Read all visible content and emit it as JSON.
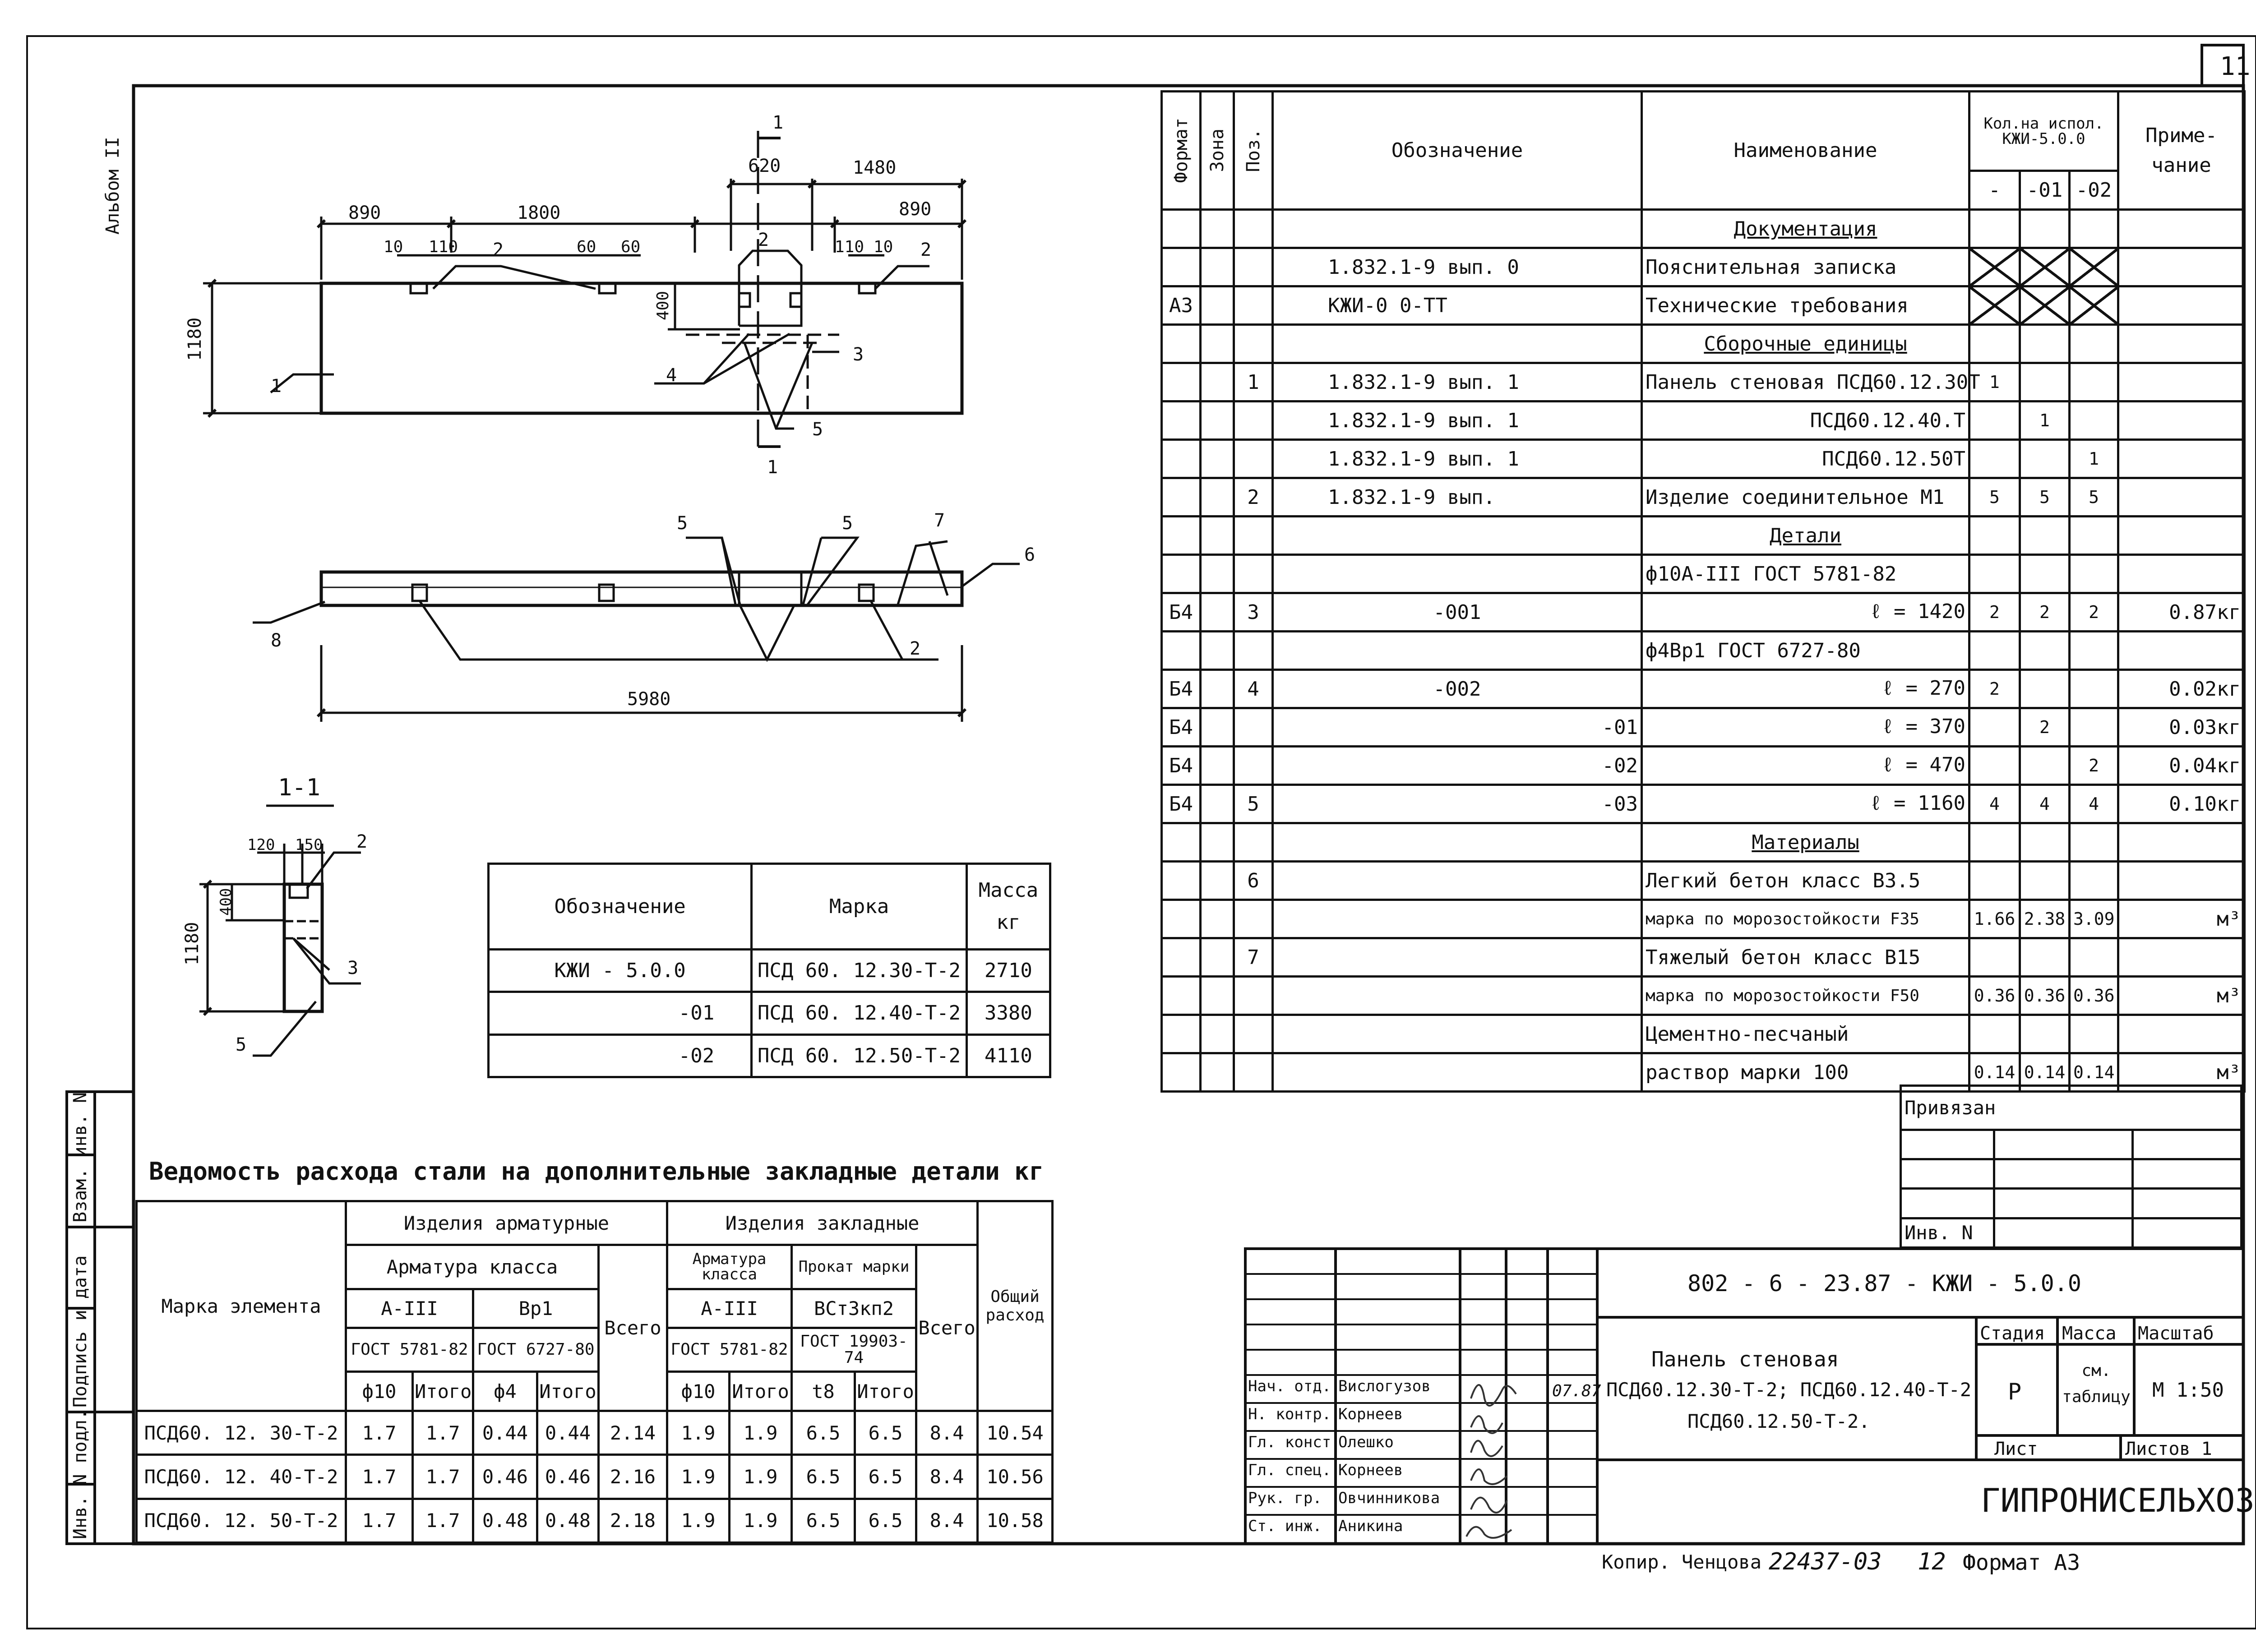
{
  "sheet_number": "11",
  "album_label": "Альбом II",
  "drawing": {
    "dims": {
      "d620": "620",
      "d1480": "1480",
      "d890a": "890",
      "d1800": "1800",
      "d890b": "890",
      "d10a": "10",
      "d110a": "110",
      "d60a": "60",
      "d60b": "60",
      "d110b": "110",
      "d10b": "10",
      "d1180": "1180",
      "d400": "400",
      "d5980": "5980",
      "s120": "120",
      "s150": "150",
      "s400": "400",
      "s1180": "1180"
    },
    "callouts": {
      "c1": "1",
      "c2a": "2",
      "c2b": "2",
      "c2c": "2",
      "c3": "3",
      "c4": "4",
      "c5": "5",
      "cut1top": "1",
      "cut1bot": "1",
      "e5a": "5",
      "e5b": "5",
      "e7": "7",
      "e6": "6",
      "e8": "8",
      "e2": "2",
      "s2": "2",
      "s3": "3",
      "s5": "5"
    },
    "section_label": "1-1"
  },
  "spec_table": {
    "headers": {
      "format": "Формат",
      "zone": "Зона",
      "pos": "Поз.",
      "designation": "Обозначение",
      "name": "Наименование",
      "qty": "Кол.на испол. КЖИ-5.0.0",
      "q0": "-",
      "q1": "-01",
      "q2": "-02",
      "note": "Приме- чание"
    },
    "rows": [
      {
        "fmt": "",
        "zone": "",
        "pos": "",
        "des": "",
        "name": "Документация",
        "q0": "",
        "q1": "",
        "q2": "",
        "note": "",
        "kind": "section"
      },
      {
        "fmt": "",
        "zone": "",
        "pos": "",
        "des": "1.832.1-9   вып. 0",
        "name": "Пояснительная записка",
        "q0": "",
        "q1": "",
        "q2": "",
        "note": "",
        "kind": "cross"
      },
      {
        "fmt": "А3",
        "zone": "",
        "pos": "",
        "des": "КЖИ-0 0-ТТ",
        "name": "Технические требования",
        "q0": "",
        "q1": "",
        "q2": "",
        "note": "",
        "kind": "cross"
      },
      {
        "fmt": "",
        "zone": "",
        "pos": "",
        "des": "",
        "name": "Сборочные единицы",
        "q0": "",
        "q1": "",
        "q2": "",
        "note": "",
        "kind": "section"
      },
      {
        "fmt": "",
        "zone": "",
        "pos": "1",
        "des": "1.832.1-9     вып. 1",
        "name": "Панель стеновая ПСД60.12.30Т",
        "q0": "1",
        "q1": "",
        "q2": "",
        "note": ""
      },
      {
        "fmt": "",
        "zone": "",
        "pos": "",
        "des": "1.832.1-9     вып. 1",
        "name": "ПСД60.12.40.Т",
        "q0": "",
        "q1": "1",
        "q2": "",
        "note": "",
        "align": "r"
      },
      {
        "fmt": "",
        "zone": "",
        "pos": "",
        "des": "1.832.1-9     вып. 1",
        "name": "ПСД60.12.50Т",
        "q0": "",
        "q1": "",
        "q2": "1",
        "note": "",
        "align": "r"
      },
      {
        "fmt": "",
        "zone": "",
        "pos": "2",
        "des": "1.832.1-9     вып.",
        "name": "Изделие соединительное М1",
        "q0": "5",
        "q1": "5",
        "q2": "5",
        "note": ""
      },
      {
        "fmt": "",
        "zone": "",
        "pos": "",
        "des": "",
        "name": "Детали",
        "q0": "",
        "q1": "",
        "q2": "",
        "note": "",
        "kind": "section"
      },
      {
        "fmt": "",
        "zone": "",
        "pos": "",
        "des": "",
        "name": "ф10А-III ГОСТ 5781-82",
        "q0": "",
        "q1": "",
        "q2": "",
        "note": ""
      },
      {
        "fmt": "Б4",
        "zone": "",
        "pos": "3",
        "des": "-001",
        "name": "ℓ = 1420",
        "q0": "2",
        "q1": "2",
        "q2": "2",
        "note": "0.87кг",
        "align": "r",
        "desalign": "c"
      },
      {
        "fmt": "",
        "zone": "",
        "pos": "",
        "des": "",
        "name": "ф4Вр1  ГОСТ 6727-80",
        "q0": "",
        "q1": "",
        "q2": "",
        "note": ""
      },
      {
        "fmt": "Б4",
        "zone": "",
        "pos": "4",
        "des": "-002",
        "name": "ℓ = 270",
        "q0": "2",
        "q1": "",
        "q2": "",
        "note": "0.02кг",
        "align": "r",
        "desalign": "c"
      },
      {
        "fmt": "Б4",
        "zone": "",
        "pos": "",
        "des": "-01",
        "name": "ℓ = 370",
        "q0": "",
        "q1": "2",
        "q2": "",
        "note": "0.03кг",
        "align": "r",
        "desalign": "r"
      },
      {
        "fmt": "Б4",
        "zone": "",
        "pos": "",
        "des": "-02",
        "name": "ℓ = 470",
        "q0": "",
        "q1": "",
        "q2": "2",
        "note": "0.04кг",
        "align": "r",
        "desalign": "r"
      },
      {
        "fmt": "Б4",
        "zone": "",
        "pos": "5",
        "des": "-03",
        "name": "ℓ = 1160",
        "q0": "4",
        "q1": "4",
        "q2": "4",
        "note": "0.10кг",
        "align": "r",
        "desalign": "r"
      },
      {
        "fmt": "",
        "zone": "",
        "pos": "",
        "des": "",
        "name": "Материалы",
        "q0": "",
        "q1": "",
        "q2": "",
        "note": "",
        "kind": "section"
      },
      {
        "fmt": "",
        "zone": "",
        "pos": "6",
        "des": "",
        "name": "Легкий бетон класс В3.5",
        "q0": "",
        "q1": "",
        "q2": "",
        "note": ""
      },
      {
        "fmt": "",
        "zone": "",
        "pos": "",
        "des": "",
        "name": "марка по морозостойкости F35",
        "q0": "1.66",
        "q1": "2.38",
        "q2": "3.09",
        "note": "м³"
      },
      {
        "fmt": "",
        "zone": "",
        "pos": "7",
        "des": "",
        "name": "Тяжелый бетон класс В15",
        "q0": "",
        "q1": "",
        "q2": "",
        "note": ""
      },
      {
        "fmt": "",
        "zone": "",
        "pos": "",
        "des": "",
        "name": "марка по морозостойкости F50",
        "q0": "0.36",
        "q1": "0.36",
        "q2": "0.36",
        "note": "м³"
      },
      {
        "fmt": "",
        "zone": "",
        "pos": "",
        "des": "",
        "name": "Цементно-песчаный",
        "q0": "",
        "q1": "",
        "q2": "",
        "note": ""
      },
      {
        "fmt": "",
        "zone": "",
        "pos": "",
        "des": "",
        "name": "раствор марки 100",
        "q0": "0.14",
        "q1": "0.14",
        "q2": "0.14",
        "note": "м³"
      }
    ]
  },
  "mass_table": {
    "headers": {
      "designation": "Обозначение",
      "mark": "Марка",
      "mass": "Масса кг"
    },
    "rows": [
      {
        "des": "КЖИ - 5.0.0",
        "mark": "ПСД 60. 12.30-Т-2",
        "mass": "2710"
      },
      {
        "des": "-01",
        "mark": "ПСД 60. 12.40-Т-2",
        "mass": "3380"
      },
      {
        "des": "-02",
        "mark": "ПСД 60. 12.50-Т-2",
        "mass": "4110"
      }
    ]
  },
  "steel_table": {
    "title": "Ведомость расхода стали на дополнительные закладные детали кг",
    "headers": {
      "element": "Марка элемента",
      "armature_items": "Изделия арматурные",
      "embedded_items": "Изделия закладные",
      "arm_class": "Арматура класса",
      "arm_class2": "Арматура класса",
      "rolled": "Прокат марки",
      "a3": "А-III",
      "vr1": "Вр1",
      "a3b": "А-III",
      "vst": "ВСт3кп2",
      "g1": "ГОСТ 5781-82",
      "g2": "ГОСТ 6727-80",
      "g3": "ГОСТ 5781-82",
      "g4": "ГОСТ 19903-74",
      "phi10": "ф10",
      "itogo1": "Итого",
      "phi4": "ф4",
      "itogo2": "Итого",
      "phi10b": "ф10",
      "itogo3": "Итого",
      "t8": "t8",
      "itogo4": "Итого",
      "total1": "Всего",
      "total2": "Всего",
      "overall": "Общий расход"
    },
    "rows": [
      {
        "el": "ПСД60. 12. 30-Т-2",
        "v": [
          "1.7",
          "1.7",
          "0.44",
          "0.44",
          "2.14",
          "1.9",
          "1.9",
          "6.5",
          "6.5",
          "8.4",
          "10.54"
        ]
      },
      {
        "el": "ПСД60. 12. 40-Т-2",
        "v": [
          "1.7",
          "1.7",
          "0.46",
          "0.46",
          "2.16",
          "1.9",
          "1.9",
          "6.5",
          "6.5",
          "8.4",
          "10.56"
        ]
      },
      {
        "el": "ПСД60. 12. 50-Т-2",
        "v": [
          "1.7",
          "1.7",
          "0.48",
          "0.48",
          "2.18",
          "1.9",
          "1.9",
          "6.5",
          "6.5",
          "8.4",
          "10.58"
        ]
      }
    ]
  },
  "side_block": {
    "l1": "Взам. инв. N",
    "l2": "Подпись и дата",
    "l3": "Инв. N подл."
  },
  "attach_block": {
    "title": "Привязан",
    "inv": "Инв. N"
  },
  "title_block": {
    "code": "802 - 6 - 23.87 - КЖИ - 5.0.0",
    "name_l1": "Панель стеновая",
    "name_l2": "ПСД60.12.30-Т-2; ПСД60.12.40-Т-2",
    "name_l3": "ПСД60.12.50-Т-2.",
    "stage_h": "Стадия",
    "mass_h": "Масса",
    "scale_h": "Масштаб",
    "stage": "Р",
    "mass": "см. таблицу",
    "scale": "М 1:50",
    "sheet_h": "Лист",
    "sheets_h": "Листов 1",
    "org": "ГИПРОНИСЕЛЬХОЗ",
    "date": "07.87",
    "people": [
      {
        "role": "Нач. отд.",
        "name": "Вислогузов"
      },
      {
        "role": "Н. контр.",
        "name": "Корнеев"
      },
      {
        "role": "Гл. конст.",
        "name": "Олешко"
      },
      {
        "role": "Гл. спец.",
        "name": "Корнеев"
      },
      {
        "role": "Рук. гр.",
        "name": "Овчинникова"
      },
      {
        "role": "Ст. инж.",
        "name": "Аникина"
      }
    ]
  },
  "footer": {
    "copy": "Копир. Ченцова",
    "num": "22437-03",
    "n12": "12",
    "format": "Формат А3"
  }
}
